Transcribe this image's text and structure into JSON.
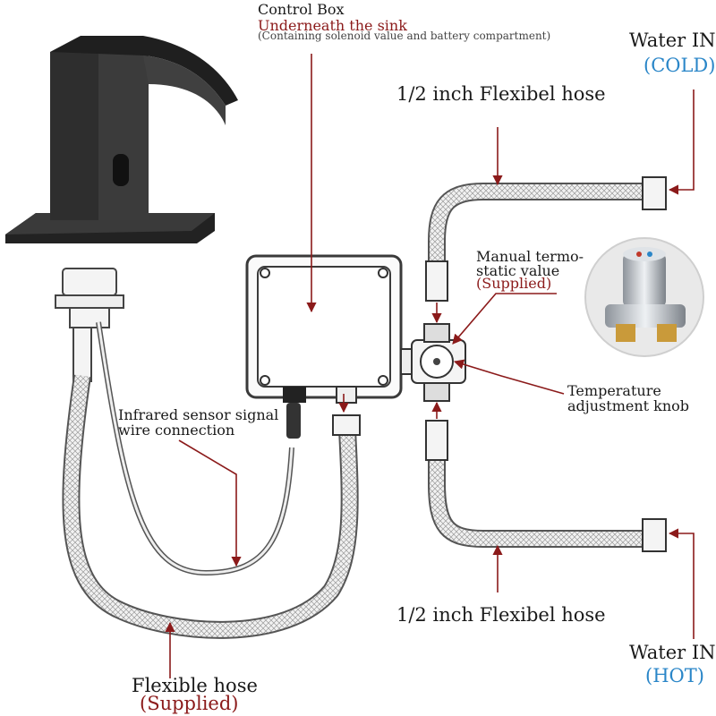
{
  "control_box": {
    "title": "Control Box",
    "subtitle": "Underneath the sink",
    "note": "(Containing solenoid value and battery compartment)"
  },
  "water_in_cold": {
    "label": "Water IN",
    "temp": "(COLD)"
  },
  "water_in_hot": {
    "label": "Water IN",
    "temp": "(HOT)"
  },
  "hose_top": "1/2 inch Flexibel hose",
  "hose_bottom": "1/2 inch Flexibel hose",
  "manual_valve": {
    "line1": "Manual termo-",
    "line2": "static value",
    "status": "(Supplied)"
  },
  "temp_knob": {
    "line1": "Temperature",
    "line2": "adjustment knob"
  },
  "sensor_wire": {
    "line1": "Infrared sensor signal",
    "line2": "wire connection"
  },
  "flexible_hose": {
    "label": "Flexible hose",
    "status": "(Supplied)"
  },
  "colors": {
    "annotation_red": "#8b1a1a",
    "water_blue": "#2a86c8",
    "faucet_black": "#2b2b2b"
  }
}
